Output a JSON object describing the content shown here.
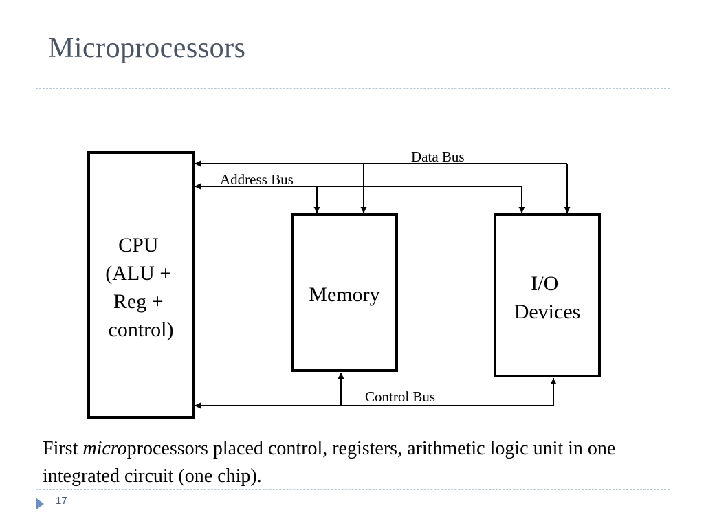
{
  "slide": {
    "title": "Microprocessors",
    "page_number": "17"
  },
  "diagram": {
    "blocks": {
      "cpu": [
        "CPU",
        "(ALU +",
        "Reg +",
        "control)"
      ],
      "memory": [
        "Memory"
      ],
      "io": [
        "I/O",
        "Devices"
      ]
    },
    "buses": {
      "data": "Data Bus",
      "address": "Address Bus",
      "control": "Control Bus"
    }
  },
  "caption": {
    "prefix": "First ",
    "italic": "micro",
    "rest": "processors placed control, registers, arithmetic logic unit in one integrated circuit (one chip)."
  }
}
